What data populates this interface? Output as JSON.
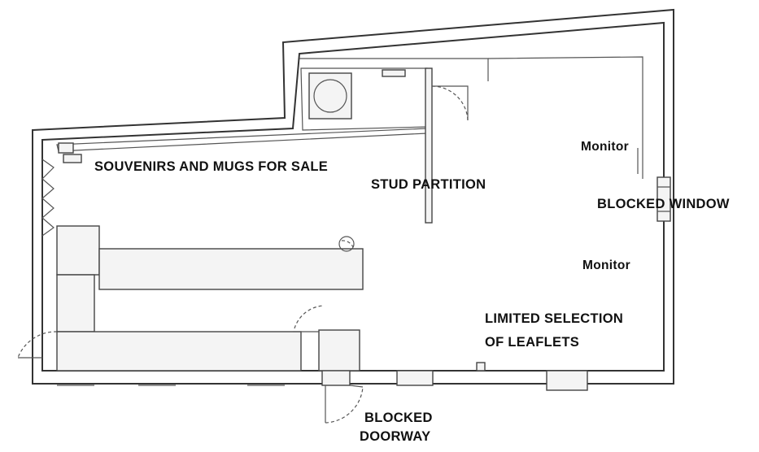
{
  "labels": {
    "souvenirs": "SOUVENIRS AND MUGS FOR SALE",
    "stud_partition": "STUD PARTITION",
    "monitor_top": "Monitor",
    "monitor_bottom": "Monitor",
    "blocked_window": "BLOCKED WINDOW",
    "leaflets_line1": "LIMITED SELECTION",
    "leaflets_line2": "OF LEAFLETS",
    "doorway_line1": "BLOCKED",
    "doorway_line2": "DOORWAY"
  }
}
